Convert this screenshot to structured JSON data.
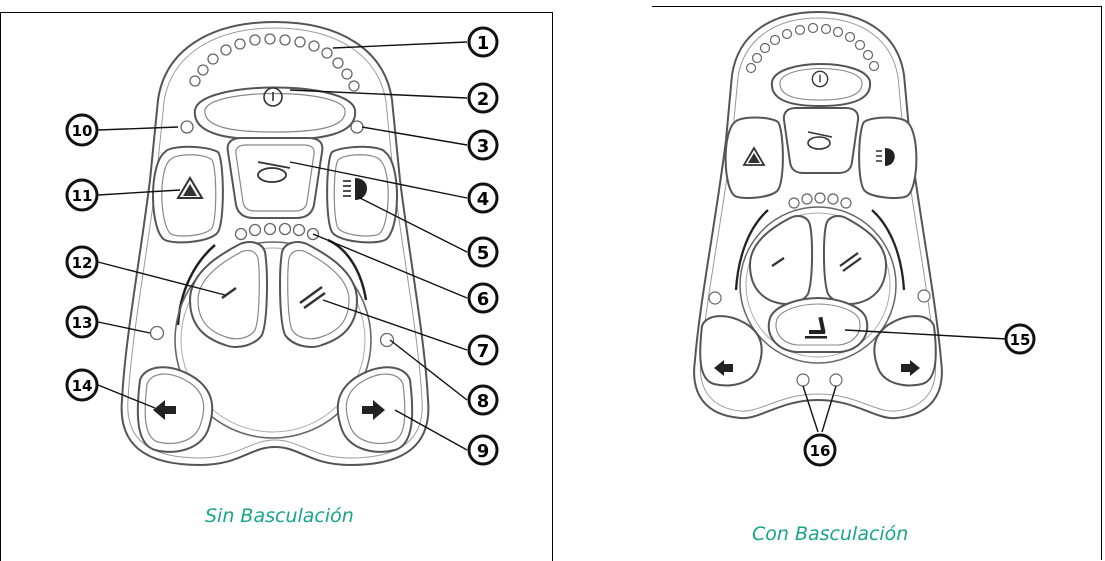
{
  "panels": [
    {
      "caption": "Sin Basculación",
      "callouts": [
        "1",
        "2",
        "3",
        "4",
        "5",
        "6",
        "7",
        "8",
        "9",
        "10",
        "11",
        "12",
        "13",
        "14"
      ]
    },
    {
      "caption": "Con Basculación",
      "callouts": [
        "15",
        "16"
      ]
    }
  ],
  "icons": [
    "power-icon",
    "horn-icon",
    "hazard-icon",
    "lights-icon",
    "speed-down-icon",
    "speed-up-icon",
    "left-indicator-icon",
    "right-indicator-icon",
    "seat-tilt-icon"
  ],
  "colors": {
    "caption": "#17a589",
    "line": "#000000",
    "outline": "#555555"
  }
}
